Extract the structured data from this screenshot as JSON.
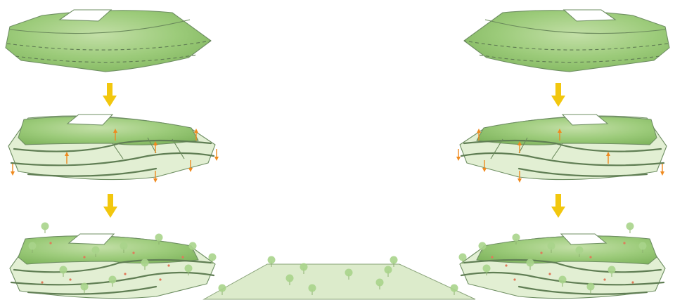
{
  "diagram": {
    "kind": "terrain-folding-sequence",
    "colors": {
      "top_plate": "#8fc06e",
      "terrace": "#e2efd3",
      "outline": "#6f8f63",
      "flow_arrow": "#f2c70e",
      "lift_arrow": "#ef8a1f",
      "tree": "#a9d48b",
      "pin": "#e07a5a"
    },
    "columns": [
      {
        "side": "left",
        "stages": [
          "flat-plate",
          "lifted-terraces",
          "planted-terraces"
        ]
      },
      {
        "side": "right",
        "stages": [
          "flat-plate",
          "lifted-terraces",
          "planted-terraces"
        ]
      }
    ],
    "center": {
      "stage": "planted-mound"
    }
  }
}
